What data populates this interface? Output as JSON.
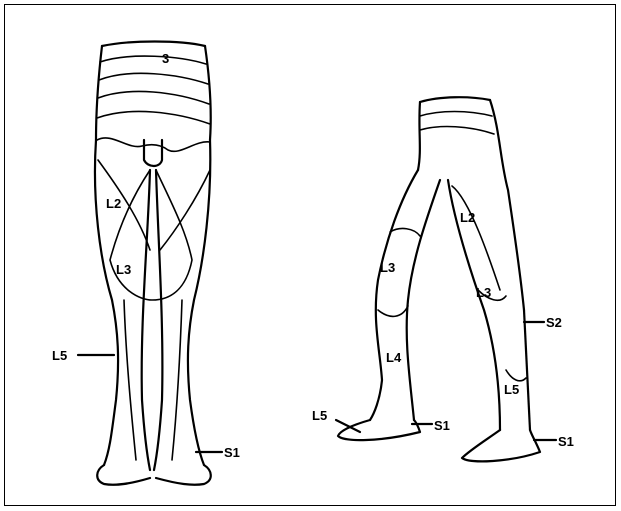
{
  "front_view": {
    "labels": {
      "top": "3",
      "l2": "L2",
      "l3": "L3",
      "l5": "L5",
      "s1": "S1"
    }
  },
  "side_view": {
    "labels": {
      "l2": "L2",
      "l3_thigh": "L3",
      "l3_knee": "L3",
      "l4": "L4",
      "l5": "L5",
      "s1_foot": "S1",
      "s2": "S2",
      "l5_shin": "L5",
      "s1_heel": "S1"
    }
  }
}
